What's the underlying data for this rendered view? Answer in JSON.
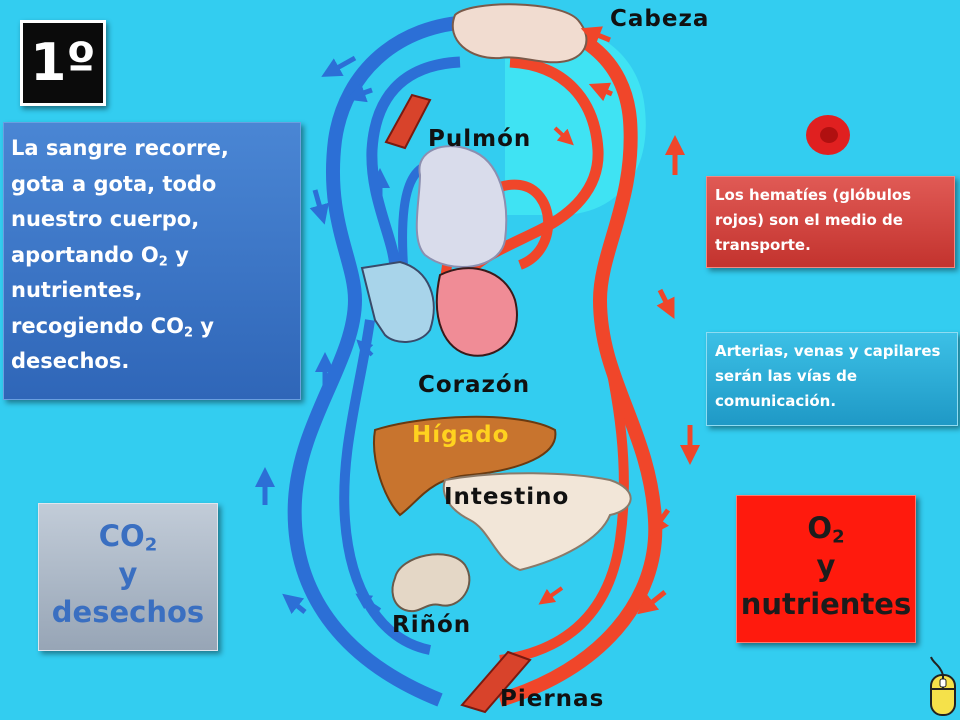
{
  "slide_number": "1º",
  "main_text": {
    "line1": "La sangre recorre,",
    "line2": "gota a gota, todo",
    "line3": "nuestro cuerpo,",
    "line4_pre": "aportando O",
    "line4_sub": "2",
    "line4_post": " y",
    "line5": "nutrientes,",
    "line6_pre": "recogiendo  CO",
    "line6_sub": "2",
    "line6_post": " y",
    "line7": "desechos."
  },
  "hematies_text": "Los hematíes (glóbulos rojos) son el medio de transporte.",
  "vias_text": "Arterias, venas y capilares serán las vías de comunicación.",
  "co2_box": {
    "formula": "CO",
    "sub": "2",
    "line2": "y",
    "line3": "desechos"
  },
  "o2_box": {
    "formula": "O",
    "sub": "2",
    "line2": "y",
    "line3": "nutrientes"
  },
  "organs": {
    "cabeza": "Cabeza",
    "pulmon": "Pulmón",
    "corazon": "Corazón",
    "higado": "Hígado",
    "intestino": "Intestino",
    "rinon": "Riñón",
    "piernas": "Piernas"
  },
  "colors": {
    "background": "#33cdf0",
    "artery": "#f0462a",
    "vein": "#2c6fd6",
    "higado_label": "#ffd21f"
  }
}
